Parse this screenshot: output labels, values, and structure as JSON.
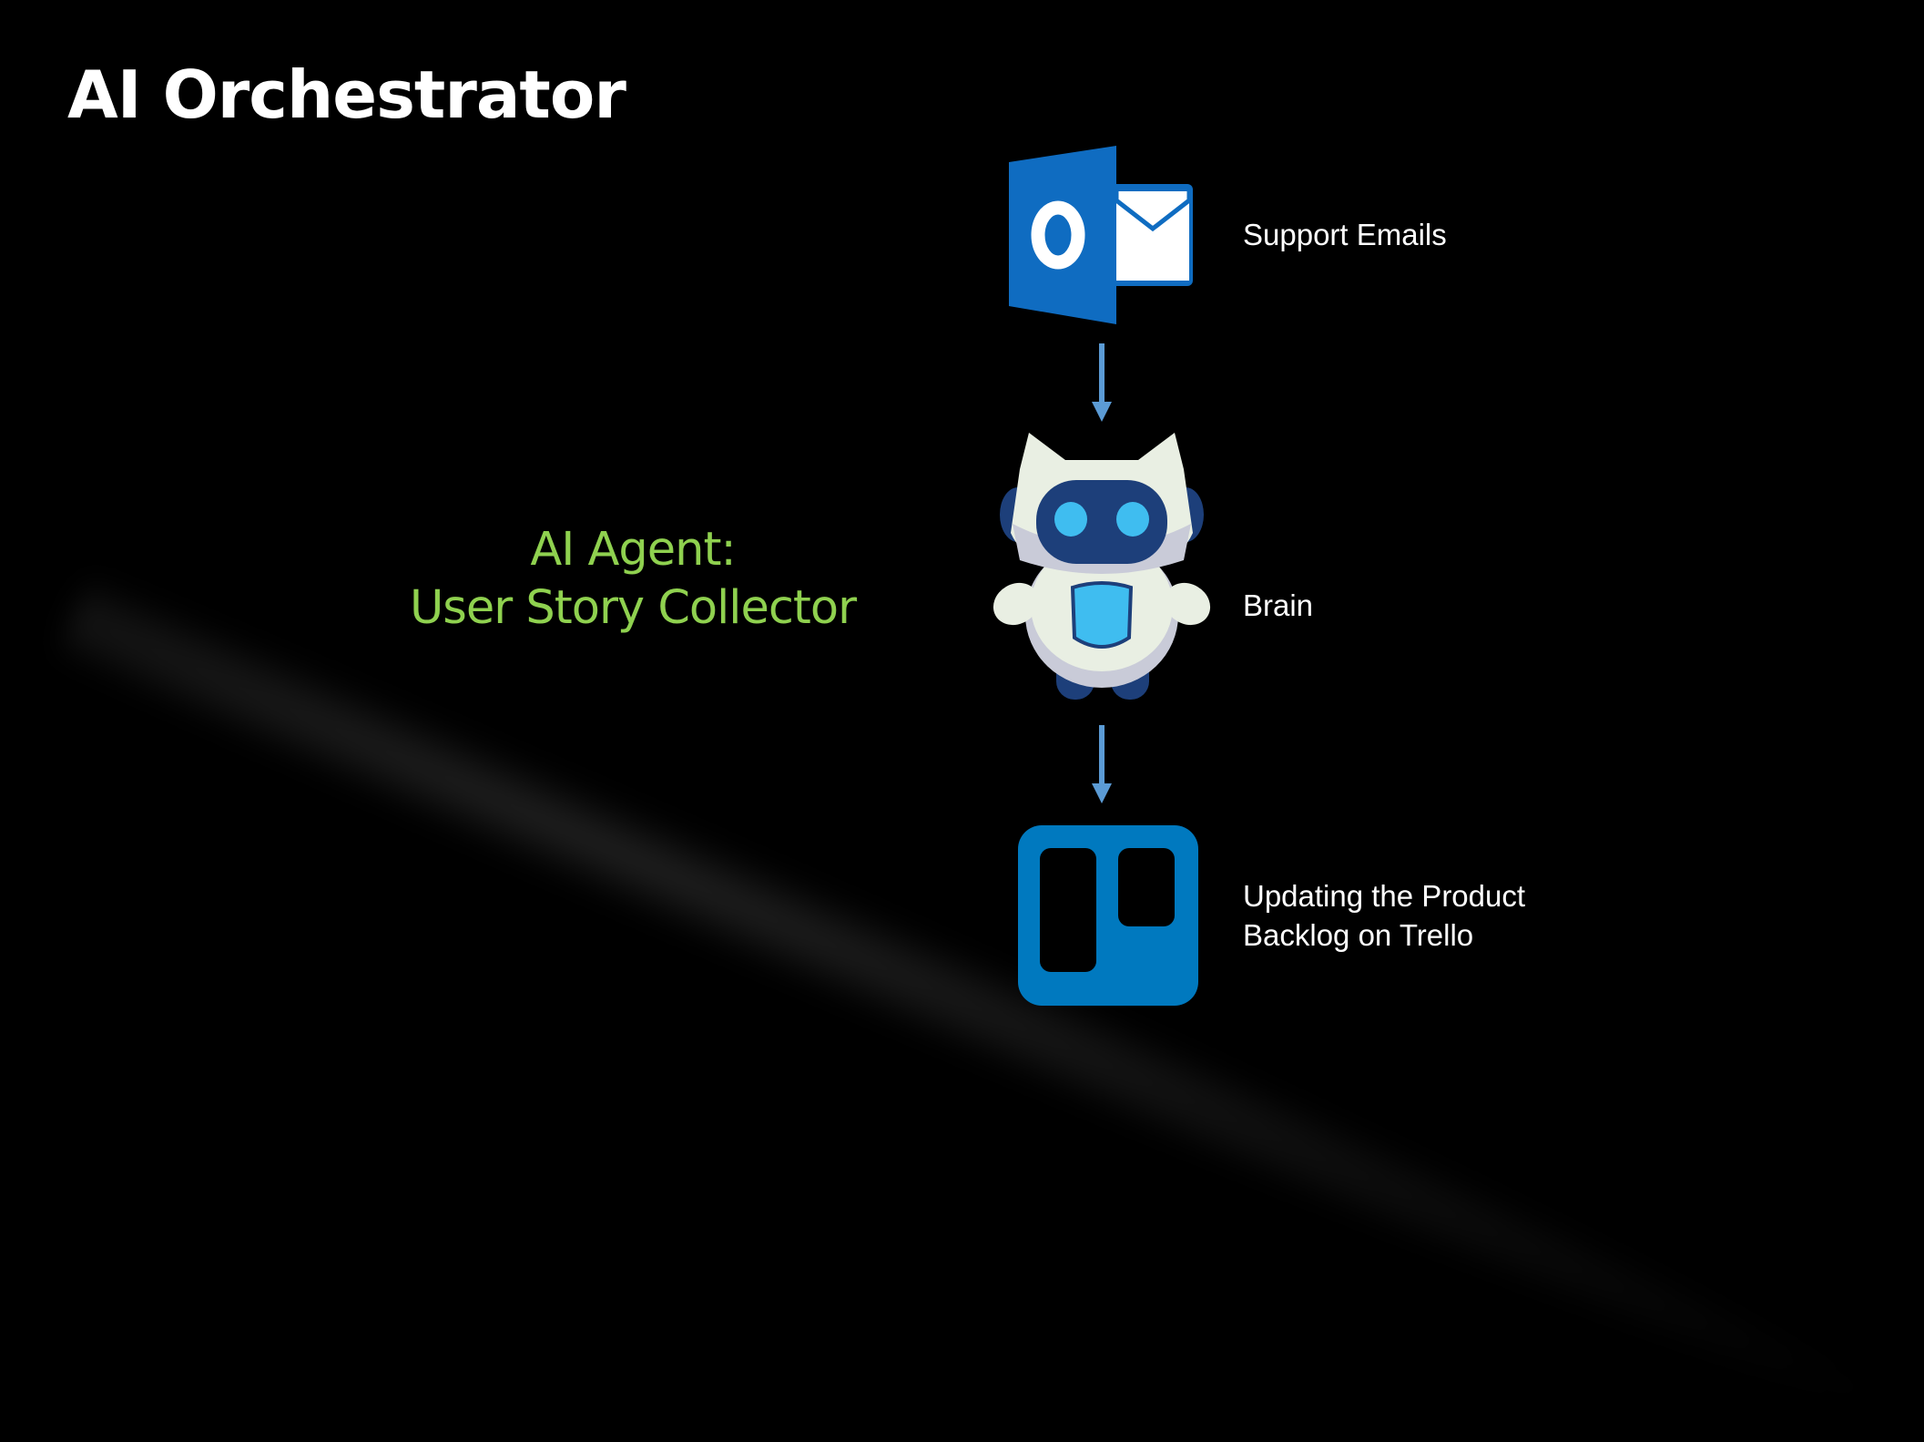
{
  "title": "AI Orchestrator",
  "agent": {
    "line1": "AI Agent:",
    "line2": "User Story Collector",
    "color": "#8fd14f"
  },
  "flow": {
    "steps": [
      {
        "icon": "outlook-icon",
        "label": "Support Emails"
      },
      {
        "icon": "robot-icon",
        "label": "Brain"
      },
      {
        "icon": "trello-icon",
        "label_line1": "Updating the Product",
        "label_line2": "Backlog on Trello"
      }
    ],
    "arrow_color": "#5b9bd5"
  },
  "colors": {
    "background": "#000000",
    "outlook_blue": "#0f6cc1",
    "trello_blue": "#0079bf"
  }
}
